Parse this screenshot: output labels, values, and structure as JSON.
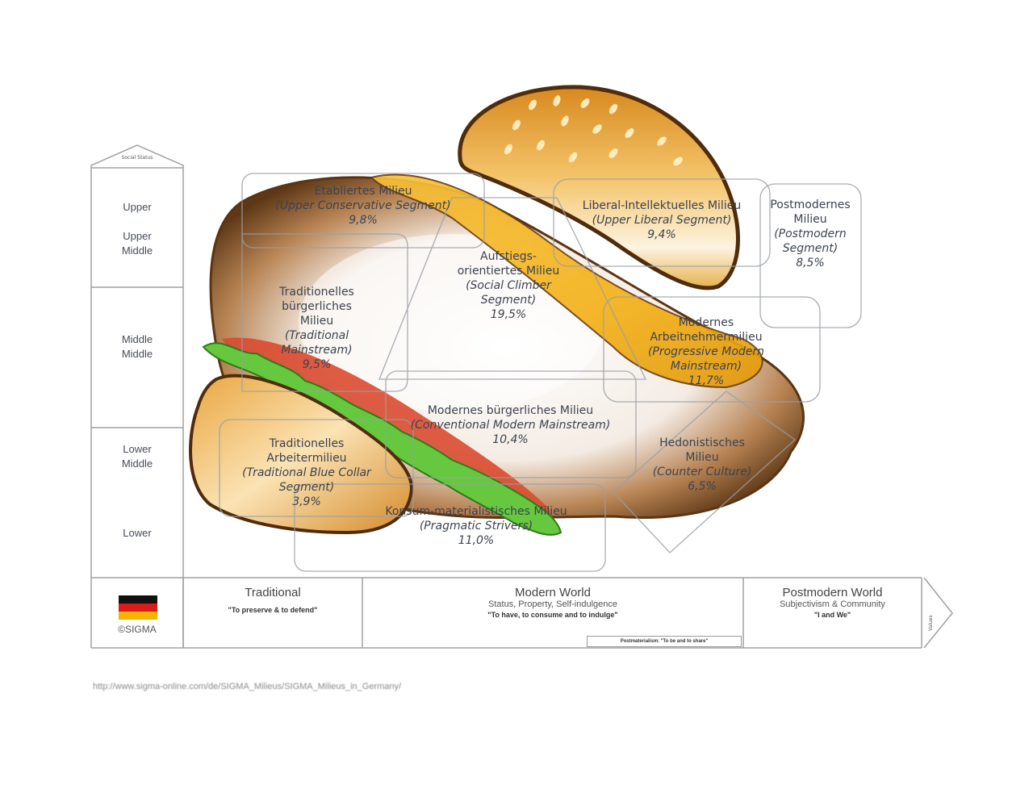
{
  "diagram": {
    "title": "SIGMA Milieus in Germany",
    "colors": {
      "bun": "#e8a53a",
      "bun_dark": "#6b3f14",
      "patty": "#7a4a22",
      "cheese": "#f2b21c",
      "lettuce": "#5fc23a",
      "tomato": "#d9442e",
      "box_line": "#9a9ea6",
      "flag_black": "#111111",
      "flag_red": "#dd1a1a",
      "flag_gold": "#f5b400"
    }
  },
  "social_status_axis": {
    "title": "Social Status",
    "levels": [
      "Upper",
      "Upper Middle",
      "Middle Middle",
      "Lower Middle",
      "Lower"
    ]
  },
  "value_axis": {
    "arrow_label": "Values",
    "columns": [
      {
        "title": "Traditional",
        "subtitle": "",
        "quote": "\"To preserve & to defend\""
      },
      {
        "title": "Modern World",
        "subtitle": "Status, Property, Self-indulgence",
        "quote": "\"To have, to consume and to indulge\""
      },
      {
        "title": "Postmodern World",
        "subtitle": "Subjectivism & Community",
        "quote": "\"I and We\""
      }
    ],
    "postmaterialism": "Postmaterialism: \"To be and to share\""
  },
  "brand": {
    "copyright": "©SIGMA",
    "flag": "germany-flag"
  },
  "milieus": [
    {
      "name": "Etabliertes Milieu",
      "english": "(Upper Conservative Segment)",
      "share": "9,8%"
    },
    {
      "name": "Liberal-Intellektuelles Milieu",
      "english": "(Upper Liberal Segment)",
      "share": "9,4%"
    },
    {
      "name": "Postmodernes Milieu",
      "english": "(Postmodern Segment)",
      "share": "8,5%"
    },
    {
      "name": "Traditionelles bürgerliches Milieu",
      "english": "(Traditional Mainstream)",
      "share": "9,5%"
    },
    {
      "name": "Aufstiegs-orientiertes Milieu",
      "english": "(Social Climber Segment)",
      "share": "19,5%"
    },
    {
      "name": "Modernes Arbeitnehmermilieu",
      "english": "(Progressive Modern Mainstream)",
      "share": "11,7%"
    },
    {
      "name": "Modernes bürgerliches Milieu",
      "english": "(Conventional Modern Mainstream)",
      "share": "10,4%"
    },
    {
      "name": "Hedonistisches Milieu",
      "english": "(Counter Culture)",
      "share": "6,5%"
    },
    {
      "name": "Traditionelles Arbeitermilieu",
      "english": "(Traditional Blue Collar Segment)",
      "share": "3,9%"
    },
    {
      "name": "Konsum-materialistisches Milieu",
      "english": "(Pragmatic Strivers)",
      "share": "11,0%"
    }
  ],
  "source_url": "http://www.sigma-online.com/de/SIGMA_Milieus/SIGMA_Milieus_in_Germany/"
}
